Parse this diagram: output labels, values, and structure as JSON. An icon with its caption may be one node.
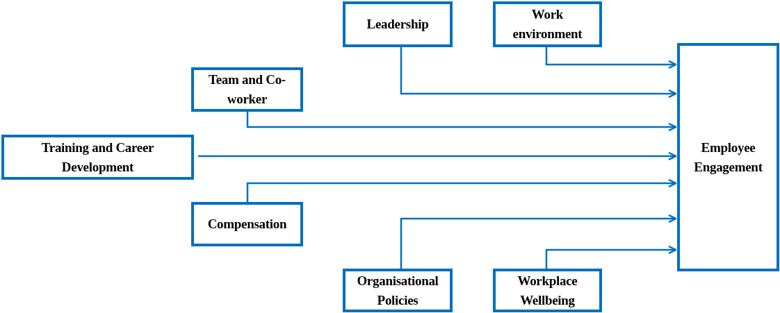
{
  "diagram": {
    "nodes": [
      {
        "text": [
          "Leadership"
        ]
      },
      {
        "text": [
          "Work environment"
        ]
      },
      {
        "text": [
          "Team and Co-worker"
        ]
      },
      {
        "text": [
          "Training and Career Development"
        ]
      },
      {
        "text": [
          "Compensation"
        ]
      },
      {
        "text": [
          "Organisational Policies"
        ]
      },
      {
        "text": [
          "Workplace Wellbeing"
        ]
      },
      {
        "text": [
          "Employee Engagement"
        ]
      }
    ],
    "edges": [
      {
        "from": 0,
        "to": 7,
        "arrow": "to"
      },
      {
        "from": 1,
        "to": 7,
        "arrow": "to"
      },
      {
        "from": 2,
        "to": 7,
        "arrow": "to"
      },
      {
        "from": 3,
        "to": 7,
        "arrow": "to"
      },
      {
        "from": 4,
        "to": 7,
        "arrow": "to"
      },
      {
        "from": 5,
        "to": 7,
        "arrow": "to"
      },
      {
        "from": 6,
        "to": 7,
        "arrow": "to"
      }
    ]
  }
}
